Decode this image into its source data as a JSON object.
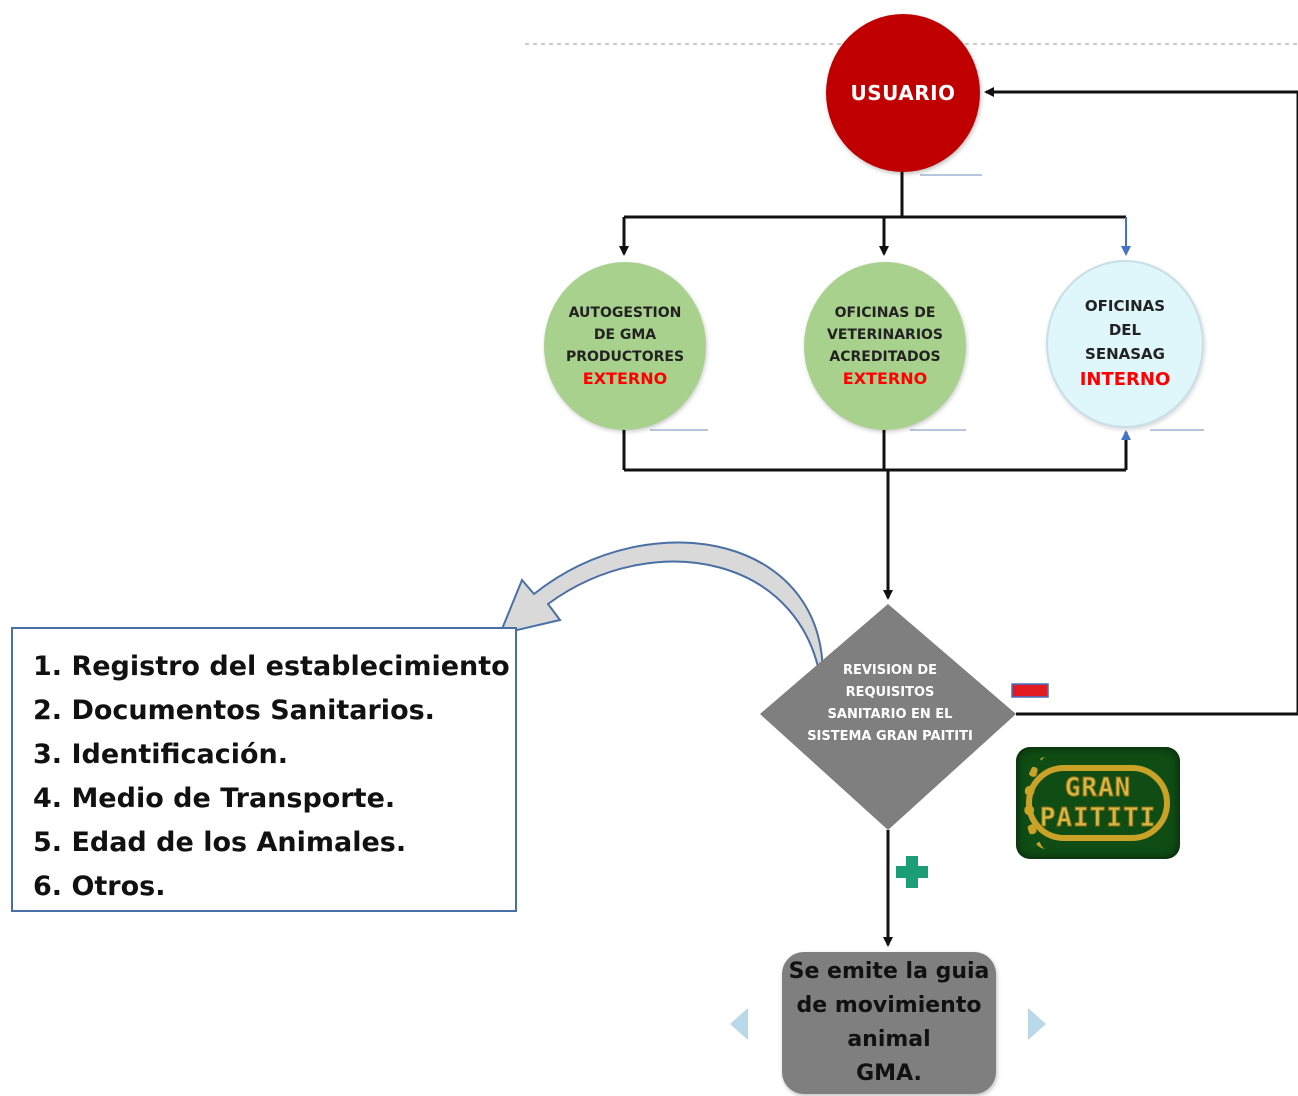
{
  "diagram": {
    "usuario": "USUARIO",
    "nodes": {
      "autogestion": {
        "lines": [
          "AUTOGESTION",
          "DE GMA",
          "PRODUCTORES"
        ],
        "tag": "EXTERNO"
      },
      "veterinarios": {
        "lines": [
          "OFICINAS DE",
          "VETERINARIOS",
          "ACREDITADOS"
        ],
        "tag": "EXTERNO"
      },
      "senasag": {
        "lines": [
          "OFICINAS",
          "DEL",
          "SENASAG"
        ],
        "tag": "INTERNO"
      }
    },
    "decision": {
      "lines": [
        "REVISION DE",
        "REQUISITOS",
        "SANITARIO EN EL",
        "SISTEMA  GRAN PAITITI"
      ]
    },
    "requirements": [
      "1. Registro del establecimiento",
      "2. Documentos Sanitarios.",
      "3. Identificación.",
      "4. Medio de Transporte.",
      "5. Edad de los Animales.",
      "6. Otros."
    ],
    "result": {
      "lines": [
        "Se emite la guia",
        "de movimiento",
        "animal",
        "GMA."
      ]
    },
    "logo": {
      "lines": [
        "GRAN",
        "PAITITI"
      ]
    },
    "colors": {
      "usuario": "#c00000",
      "external_nodes": "#a9d18e",
      "internal_node": "#dff6fb",
      "decision": "#7f7f7f",
      "tag_red": "#ff0000",
      "minus_sign": "#e21b22",
      "plus_sign": "#1a9e73",
      "list_border": "#4a6fa5",
      "logo_bg": "#0f4d14",
      "logo_gold": "#c9a227"
    }
  }
}
